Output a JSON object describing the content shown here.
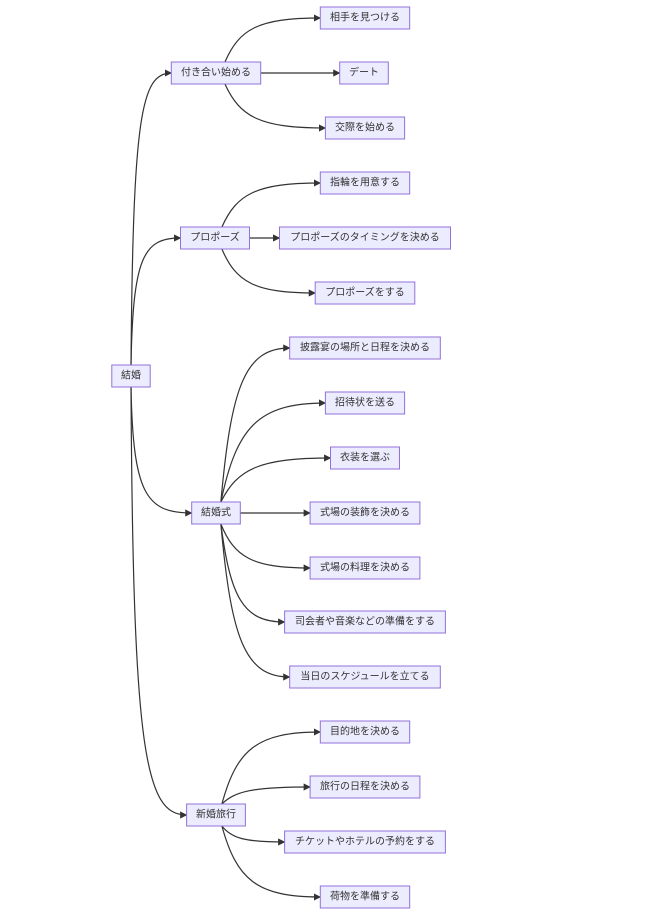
{
  "diagram": {
    "root": {
      "id": "root",
      "label": "結婚"
    },
    "groups": [
      {
        "id": "g1",
        "label": "付き合い始める",
        "children": [
          {
            "id": "g1c1",
            "label": "相手を見つける"
          },
          {
            "id": "g1c2",
            "label": "デート"
          },
          {
            "id": "g1c3",
            "label": "交際を始める"
          }
        ]
      },
      {
        "id": "g2",
        "label": "プロポーズ",
        "children": [
          {
            "id": "g2c1",
            "label": "指輪を用意する"
          },
          {
            "id": "g2c2",
            "label": "プロポーズのタイミングを決める"
          },
          {
            "id": "g2c3",
            "label": "プロポーズをする"
          }
        ]
      },
      {
        "id": "g3",
        "label": "結婚式",
        "children": [
          {
            "id": "g3c1",
            "label": "披露宴の場所と日程を決める"
          },
          {
            "id": "g3c2",
            "label": "招待状を送る"
          },
          {
            "id": "g3c3",
            "label": "衣装を選ぶ"
          },
          {
            "id": "g3c4",
            "label": "式場の装飾を決める"
          },
          {
            "id": "g3c5",
            "label": "式場の料理を決める"
          },
          {
            "id": "g3c6",
            "label": "司会者や音楽などの準備をする"
          },
          {
            "id": "g3c7",
            "label": "当日のスケジュールを立てる"
          }
        ]
      },
      {
        "id": "g4",
        "label": "新婚旅行",
        "children": [
          {
            "id": "g4c1",
            "label": "目的地を決める"
          },
          {
            "id": "g4c2",
            "label": "旅行の日程を決める"
          },
          {
            "id": "g4c3",
            "label": "チケットやホテルの予約をする"
          },
          {
            "id": "g4c4",
            "label": "荷物を準備する"
          }
        ]
      }
    ],
    "colors": {
      "node_fill": "#ececff",
      "node_stroke": "#9370db",
      "edge": "#333333",
      "text": "#333333"
    }
  }
}
